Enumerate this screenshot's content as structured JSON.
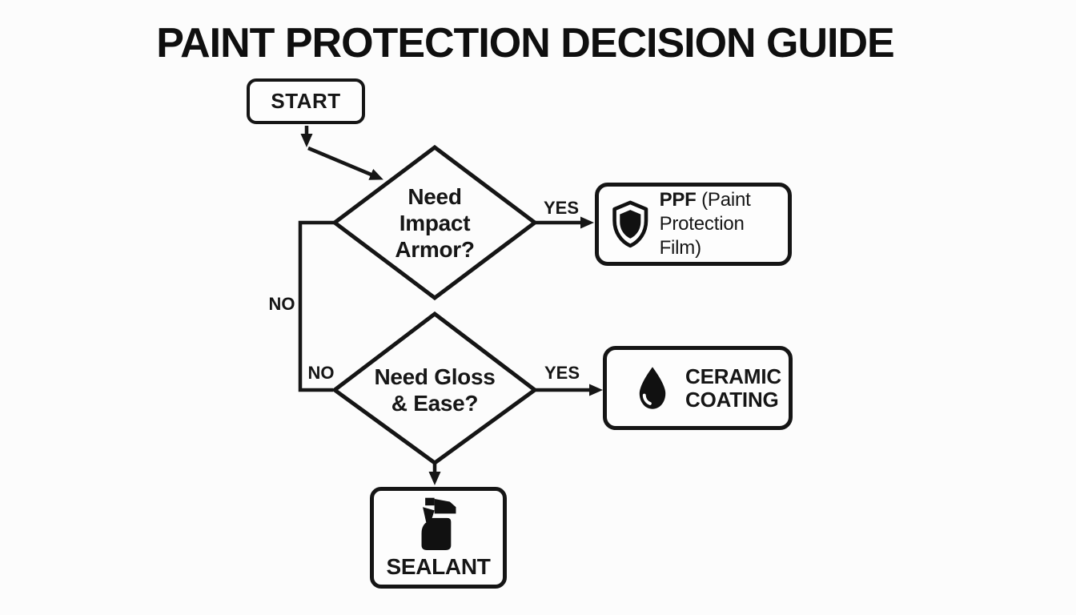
{
  "title": "PAINT PROTECTION DECISION GUIDE",
  "colors": {
    "ink": "#161616",
    "background": "#fcfcfc",
    "node_fill": "#fdfdfd"
  },
  "start": {
    "label": "START"
  },
  "decisions": {
    "impact": {
      "line1": "Need",
      "line2": "Impact",
      "line3": "Armor?"
    },
    "gloss": {
      "line1": "Need Gloss",
      "line2": "& Ease?"
    }
  },
  "edge_labels": {
    "impact_yes": "YES",
    "impact_no": "NO",
    "gloss_no": "NO",
    "gloss_yes": "YES"
  },
  "outcomes": {
    "ppf": {
      "icon": "shield-icon",
      "title_bold": "PPF",
      "title_rest": "(Paint",
      "line2": "Protection Film)"
    },
    "ceramic": {
      "icon": "droplet-icon",
      "line1": "CERAMIC",
      "line2": "COATING"
    },
    "sealant": {
      "icon": "spray-bottle-icon",
      "label": "SEALANT"
    }
  }
}
